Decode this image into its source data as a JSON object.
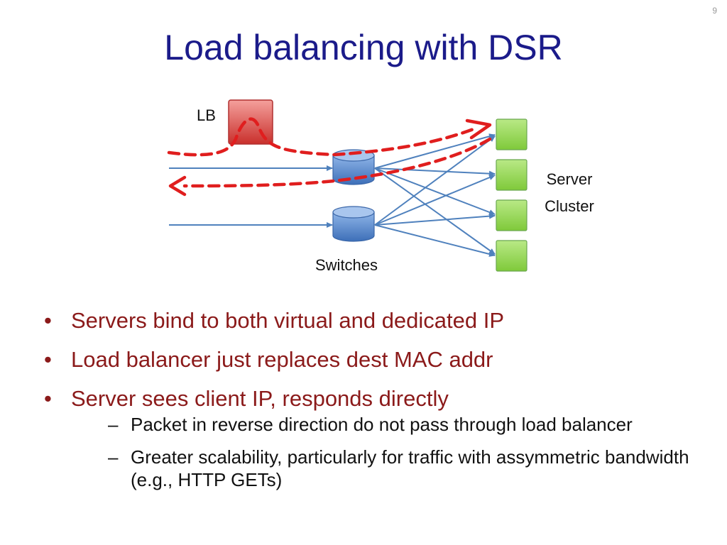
{
  "slide": {
    "number": "9",
    "title": "Load balancing with DSR"
  },
  "diagram": {
    "lb_label": "LB",
    "switches_label": "Switches",
    "server_label_line1": "Server",
    "server_label_line2": "Cluster",
    "colors": {
      "lb_box": "#d9534f",
      "switch_blue": "#4f81bd",
      "server_green": "#92d050",
      "arrow_blue": "#4f81bd",
      "dashed_red": "#e01e1e"
    }
  },
  "bullets": [
    {
      "text": "Servers bind to both virtual and dedicated IP"
    },
    {
      "text": "Load balancer just replaces dest MAC addr"
    },
    {
      "text": "Server sees client IP, responds directly"
    }
  ],
  "subbullets": [
    {
      "text": "Packet in reverse direction do not pass through load balancer"
    },
    {
      "text": "Greater scalability, particularly for traffic with assymmetric bandwidth (e.g., HTTP GETs)"
    }
  ],
  "glyphs": {
    "bullet": "•",
    "dash": "–"
  }
}
